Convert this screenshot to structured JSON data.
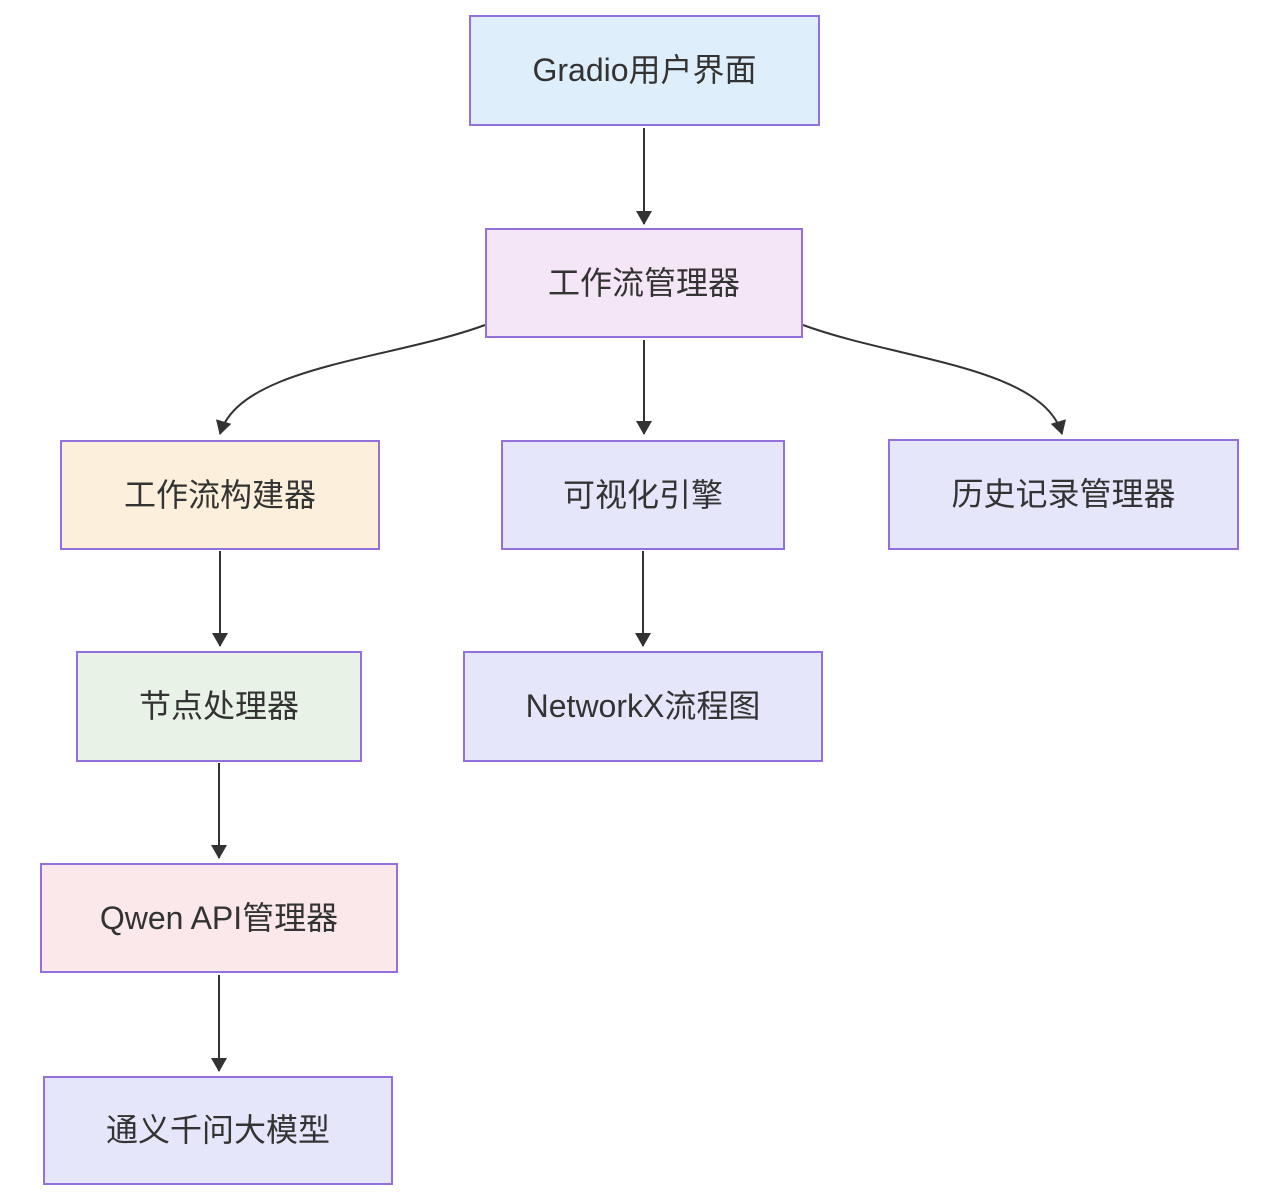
{
  "diagram": {
    "colors": {
      "border": "#9370db",
      "line": "#333333",
      "text": "#333333",
      "background": "#ffffff"
    },
    "nodes": [
      {
        "id": "gradio-ui",
        "label": "Gradio用户界面",
        "fill": "#dfeefb"
      },
      {
        "id": "workflow-manager",
        "label": "工作流管理器",
        "fill": "#f5e6f7"
      },
      {
        "id": "workflow-builder",
        "label": "工作流构建器",
        "fill": "#fcf0dc"
      },
      {
        "id": "visualization-engine",
        "label": "可视化引擎",
        "fill": "#e6e6fa"
      },
      {
        "id": "history-manager",
        "label": "历史记录管理器",
        "fill": "#e6e6fa"
      },
      {
        "id": "node-processor",
        "label": "节点处理器",
        "fill": "#e8f2e6"
      },
      {
        "id": "networkx-flowchart",
        "label": "NetworkX流程图",
        "fill": "#e6e6fa"
      },
      {
        "id": "qwen-api-manager",
        "label": "Qwen API管理器",
        "fill": "#fbe8eb"
      },
      {
        "id": "tongyi-model",
        "label": "通义千问大模型",
        "fill": "#e6e6fa"
      }
    ],
    "edges": [
      {
        "from": "gradio-ui",
        "to": "workflow-manager"
      },
      {
        "from": "workflow-manager",
        "to": "workflow-builder"
      },
      {
        "from": "workflow-manager",
        "to": "visualization-engine"
      },
      {
        "from": "workflow-manager",
        "to": "history-manager"
      },
      {
        "from": "workflow-builder",
        "to": "node-processor"
      },
      {
        "from": "visualization-engine",
        "to": "networkx-flowchart"
      },
      {
        "from": "node-processor",
        "to": "qwen-api-manager"
      },
      {
        "from": "qwen-api-manager",
        "to": "tongyi-model"
      }
    ]
  }
}
